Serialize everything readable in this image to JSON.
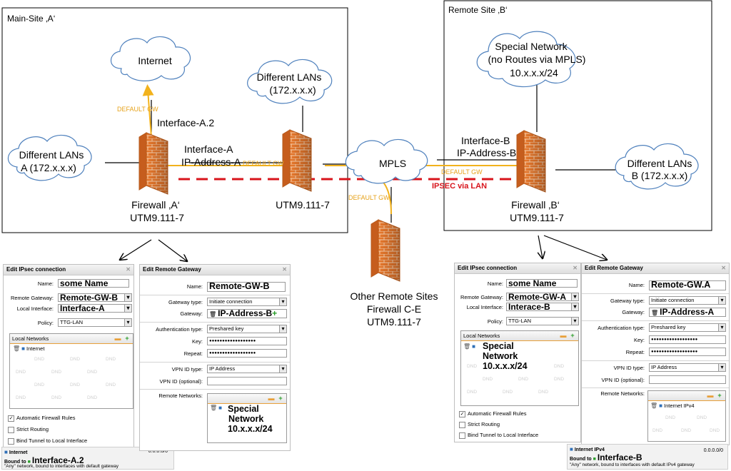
{
  "diagram": {
    "site_a_label": "Main-Site ‚A‘",
    "site_b_label": "Remote Site ‚B‘",
    "internet": "Internet",
    "lans_a_line1": "Different LANs",
    "lans_a_line2": "A (172.x.x.x)",
    "lans_mid_line1": "Different LANs",
    "lans_mid_line2": "(172.x.x.x)",
    "lans_b_line1": "Different LANs",
    "lans_b_line2": "B (172.x.x.x)",
    "special_line1": "Special Network",
    "special_line2": "(no Routes via MPLS)",
    "special_line3": "10.x.x.x/24",
    "mpls": "MPLS",
    "interface_a2": "Interface-A.2",
    "interface_a": "Interface-A",
    "ip_address_a": "IP-Address-A",
    "interface_b": "Interface-B",
    "ip_address_b": "IP-Address-B",
    "default_gw": "DEFAULT GW",
    "ipsec_via_lan": "IPSEC via LAN",
    "firewall_a_line1": "Firewall ‚A‘",
    "firewall_a_line2": "UTM9.111-7",
    "utm_mid": "UTM9.111-7",
    "firewall_b_line1": "Firewall ‚B‘",
    "firewall_b_line2": "UTM9.111-7",
    "other_line1": "Other Remote Sites",
    "other_line2": "Firewall C-E",
    "other_line3": "UTM9.111-7",
    "colors": {
      "default_gw": "#f2b21c",
      "ipsec": "#d8141b",
      "cloud": "#4f81bd",
      "firewall": "#e8732a"
    }
  },
  "ipsec_a": {
    "title": "Edit IPsec connection",
    "close": "✕",
    "name_label": "Name:",
    "name_value": "some Name",
    "remote_gw_label": "Remote Gateway:",
    "remote_gw_value": "Remote-GW-B",
    "local_if_label": "Local Interface:",
    "local_if_value": "Interface-A",
    "policy_label": "Policy:",
    "policy_value": "TTG-LAN",
    "local_networks_label": "Local Networks",
    "network_item": "Internet",
    "dnd": "DND",
    "auto_fw": "Automatic Firewall Rules",
    "strict_routing": "Strict Routing",
    "bind_tunnel": "Bind Tunnel to Local Interface"
  },
  "gateway_b": {
    "title": "Edit Remote Gateway",
    "close": "✕",
    "name_label": "Name:",
    "name_value": "Remote-GW-B",
    "gw_type_label": "Gateway type:",
    "gw_type_value": "Initiate connection",
    "gateway_label": "Gateway:",
    "gateway_value": "IP-Address-B",
    "auth_label": "Authentication type:",
    "auth_value": "Preshared key",
    "key_label": "Key:",
    "key_value": "●●●●●●●●●●●●●●●●●●",
    "repeat_label": "Repeat:",
    "repeat_value": "●●●●●●●●●●●●●●●●●●",
    "vpn_type_label": "VPN ID type:",
    "vpn_type_value": "IP Address",
    "vpn_id_label": "VPN ID (optional):",
    "remote_networks_label": "Remote Networks:",
    "network_line1": "Special",
    "network_line2": "Network",
    "network_line3": "10.x.x.x/24"
  },
  "status_a": {
    "name": "Internet",
    "bound": "Bound to",
    "interface": "Interface-A.2",
    "addr": "0.0.0.0/0",
    "note": "\"Any\" network, bound to interfaces with default gateway"
  },
  "ipsec_b": {
    "title": "Edit IPsec connection",
    "close": "✕",
    "name_label": "Name:",
    "name_value": "some Name",
    "remote_gw_label": "Remote Gateway:",
    "remote_gw_value": "Remote-GW-A",
    "local_if_label": "Local Interface:",
    "local_if_value": "Interace-B",
    "policy_label": "Policy:",
    "policy_value": "TTG-LAN",
    "local_networks_label": "Local Networks",
    "network_line1": "Special",
    "network_line2": "Network",
    "network_line3": "10.x.x.x/24",
    "dnd": "DND",
    "auto_fw": "Automatic Firewall Rules",
    "strict_routing": "Strict Routing",
    "bind_tunnel": "Bind Tunnel to Local Interface"
  },
  "gateway_a": {
    "title": "Edit Remote Gateway",
    "close": "✕",
    "name_label": "Name:",
    "name_value": "Remote-GW.A",
    "gw_type_label": "Gateway type:",
    "gw_type_value": "Initiate connection",
    "gateway_label": "Gateway:",
    "gateway_value": "IP-Address-A",
    "auth_label": "Authentication type:",
    "auth_value": "Preshared key",
    "key_label": "Key:",
    "key_value": "●●●●●●●●●●●●●●●●●●",
    "repeat_label": "Repeat:",
    "repeat_value": "●●●●●●●●●●●●●●●●●●",
    "vpn_type_label": "VPN ID type:",
    "vpn_type_value": "IP Address",
    "vpn_id_label": "VPN ID (optional):",
    "remote_networks_label": "Remote Networks:",
    "network_item": "Internet IPv4"
  },
  "status_b": {
    "name": "Internet IPv4",
    "bound": "Bound to",
    "interface": "Interface-B",
    "addr": "0.0.0.0/0",
    "note": "\"Any\" network, bound to interfaces with default IPv4 gateway"
  }
}
